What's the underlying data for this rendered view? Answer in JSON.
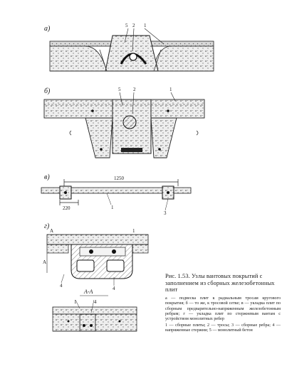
{
  "figure": {
    "caption_title": "Рис. 1.53. Узлы вантовых покрытий с заполнением из сборных железобетонных плит",
    "caption_body": "а — подвеска плит к радиальным тросам кругового покрытия; б — то же, к тросовой сетке; в — укладка плит по сборным предварительно-напряженным железобетонным ребрам; г — укладка плит по стержневым вантам с устройством монолитных ребер",
    "legend": "1 — сборные плиты; 2 — тросы; 3 — сборные ребра; 4 — напряженные стержни; 5 — монолитный бетон"
  },
  "panels": {
    "a": {
      "label": "а)",
      "callouts": [
        "5",
        "2",
        "1"
      ]
    },
    "b": {
      "label": "б)",
      "callouts": [
        "5",
        "2",
        "1"
      ]
    },
    "v": {
      "label": "в)",
      "dimension_top": "1250",
      "dimension_bottom": "220",
      "callouts": [
        "1",
        "3"
      ]
    },
    "g": {
      "label": "г)",
      "section_mark": "А",
      "section_title": "А-А",
      "callouts": [
        "1",
        "4",
        "4",
        "1",
        "4"
      ]
    }
  }
}
